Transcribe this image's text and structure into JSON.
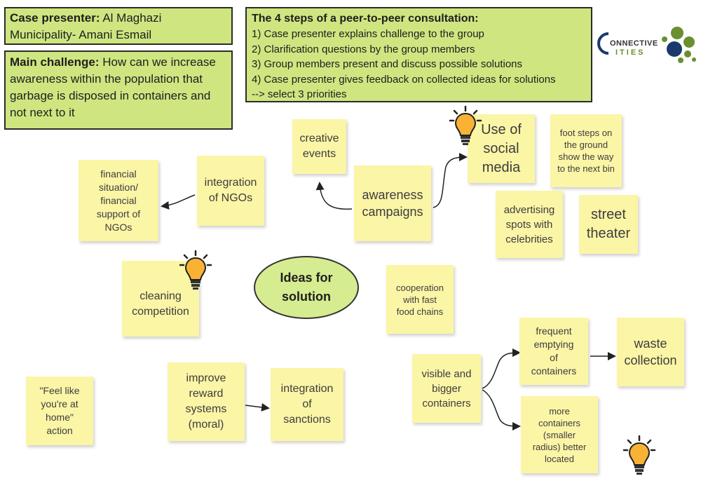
{
  "header": {
    "case_presenter_label": "Case presenter:",
    "case_presenter_value_1": "Al Maghazi",
    "case_presenter_value_2": "Municipality- Amani Esmail",
    "main_challenge_label": "Main challenge:",
    "main_challenge_value_1": "How can we increase",
    "main_challenge_value_2": "awareness within the population that",
    "main_challenge_value_3": "garbage is disposed in containers and",
    "main_challenge_value_4": "not next to it",
    "steps_title": "The 4 steps of a peer-to-peer consultation:",
    "steps": [
      "1) Case presenter explains challenge to the group",
      "2) Clarification questions by the group members",
      "3) Group members present and discuss possible solutions",
      "4) Case presenter gives feedback on collected ideas for solutions",
      "--> select 3 priorities"
    ]
  },
  "logo": {
    "letter_c": "C",
    "word_1": "ONNECTIVE",
    "word_2": "ITIES"
  },
  "center": {
    "label": "Ideas for\nsolution"
  },
  "notes": {
    "creative_events": "creative\nevents",
    "awareness_campaigns": "awareness\ncampaigns",
    "use_of_social_media": "Use of\nsocial\nmedia",
    "foot_steps": "foot steps on\nthe ground\nshow the way\nto the next bin",
    "advertising_spots": "advertising\nspots with\ncelebrities",
    "street_theater": "street\ntheater",
    "integration_of_ngos": "integration\nof NGOs",
    "financial_situation": "financial\nsituation/\nfinancial\nsupport of\nNGOs",
    "cleaning_competition": "cleaning\ncompetition",
    "cooperation_fast_food": "cooperation\nwith fast\nfood chains",
    "frequent_emptying": "frequent\nemptying\nof\ncontainers",
    "waste_collection": "waste\ncollection",
    "visible_bigger_containers": "visible and\nbigger\ncontainers",
    "more_containers": "more\ncontainers\n(smaller\nradius) better\nlocated",
    "feel_like_home": "\"Feel like\nyou're at\nhome\"\naction",
    "improve_reward_systems": "improve\nreward\nsystems\n(moral)",
    "integration_of_sanctions": "integration\nof\nsanctions"
  },
  "colors": {
    "header_box": "#cfe680",
    "sticky_note": "#fbf5a6",
    "bulb": "#f9b233",
    "logo_blue": "#1b3a6b",
    "logo_green": "#6a8f2e"
  }
}
